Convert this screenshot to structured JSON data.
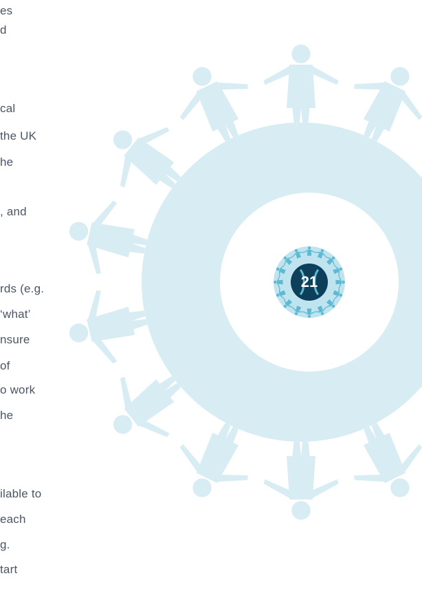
{
  "text_lines": [
    "es",
    "d",
    "cal",
    " the UK",
    "he",
    ", and",
    "rds (e.g.",
    " ‘what’",
    "nsure",
    "of",
    "o work",
    "he",
    "ilable to",
    "each",
    "g.",
    "tart"
  ],
  "badge": {
    "number": "21"
  },
  "colors": {
    "silhouette": "#d8ecf4",
    "badge_ring": "#5fb9d1",
    "badge_core": "#0d3f5a",
    "text": "#4a5566"
  }
}
